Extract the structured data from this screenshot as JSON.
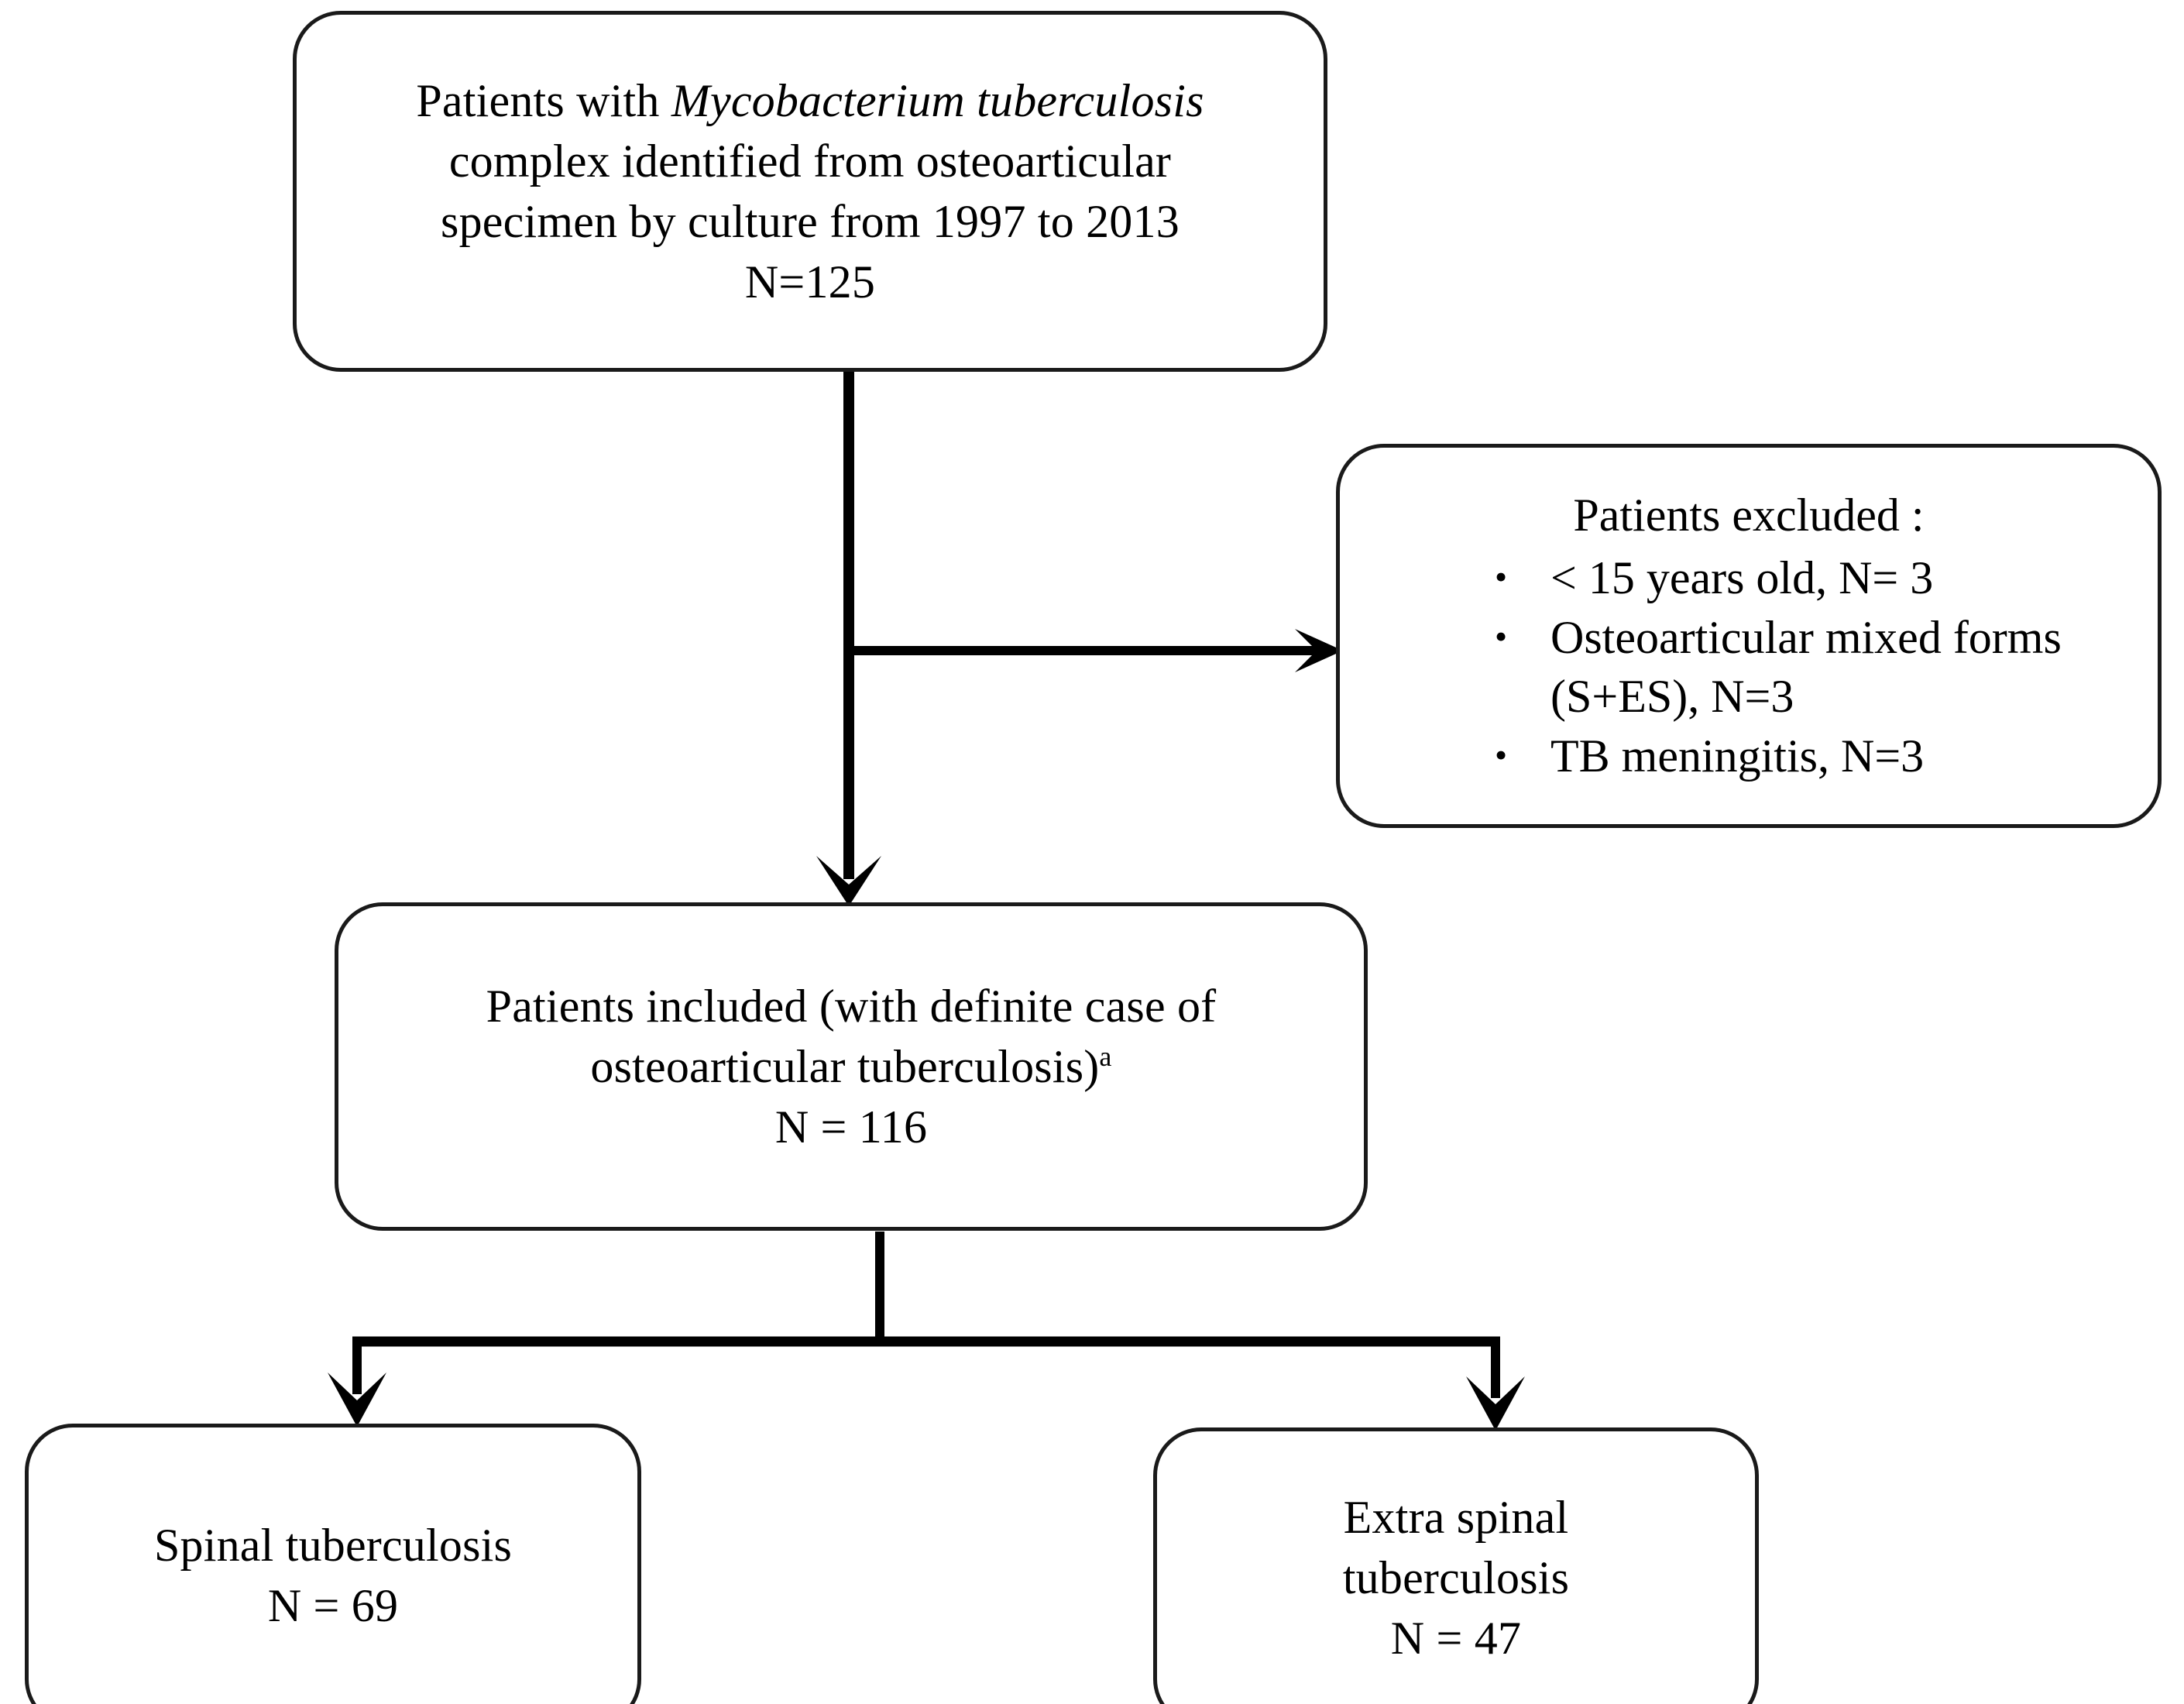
{
  "diagram": {
    "title": "Patient selection flow diagram for osteoarticular tuberculosis study",
    "line_color": "#000000",
    "box_border_color": "#1a1a1a",
    "background_color": "#ffffff"
  },
  "nodes": {
    "source": {
      "line1_prefix": "Patients with ",
      "line1_italic": "Mycobacterium tuberculosis",
      "line2": "complex identified from osteoarticular",
      "line3": "specimen by culture from 1997 to 2013",
      "count": "N=125"
    },
    "excluded": {
      "title": "Patients excluded :",
      "bullet_glyph": "•",
      "items": [
        "< 15 years old, N= 3",
        "Osteoarticular mixed forms (S+ES), N=3",
        "TB meningitis, N=3"
      ]
    },
    "included": {
      "line1": "Patients included (with definite case of",
      "line2": "osteoarticular tuberculosis)",
      "footnote_marker": "a",
      "count": "N = 116"
    },
    "spinal": {
      "label": "Spinal tuberculosis",
      "count": "N = 69"
    },
    "extra_spinal": {
      "line1": "Extra spinal",
      "line2": "tuberculosis",
      "count": "N = 47"
    }
  },
  "connectors": [
    {
      "name": "source-to-included",
      "from": "source",
      "to": "included",
      "arrow": "down"
    },
    {
      "name": "source-to-excluded",
      "from": "source",
      "to": "excluded",
      "arrow": "right"
    },
    {
      "name": "included-to-spinal",
      "from": "included",
      "to": "spinal",
      "arrow": "down"
    },
    {
      "name": "included-to-extra-spinal",
      "from": "included",
      "to": "extra_spinal",
      "arrow": "down"
    }
  ]
}
